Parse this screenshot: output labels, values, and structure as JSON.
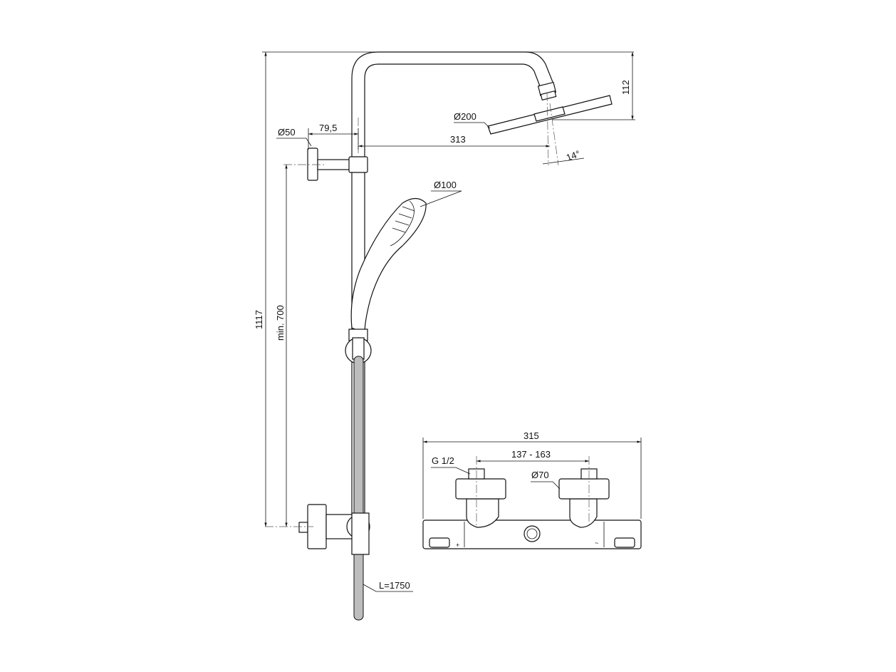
{
  "dimensions": {
    "total_height": "1117",
    "min_height": "min. 700",
    "rail_offset": "79,5",
    "wall_bracket_diameter": "Ø50",
    "arm_reach": "313",
    "overhead_diameter": "Ø200",
    "overhead_drop": "112",
    "overhead_angle": "14°",
    "handshower_diameter": "Ø100",
    "hose_length": "L=1750",
    "mixer_width": "315",
    "inlet_centres": "137 - 163",
    "thread": "G 1/2",
    "escutcheon_diameter": "Ø70"
  }
}
